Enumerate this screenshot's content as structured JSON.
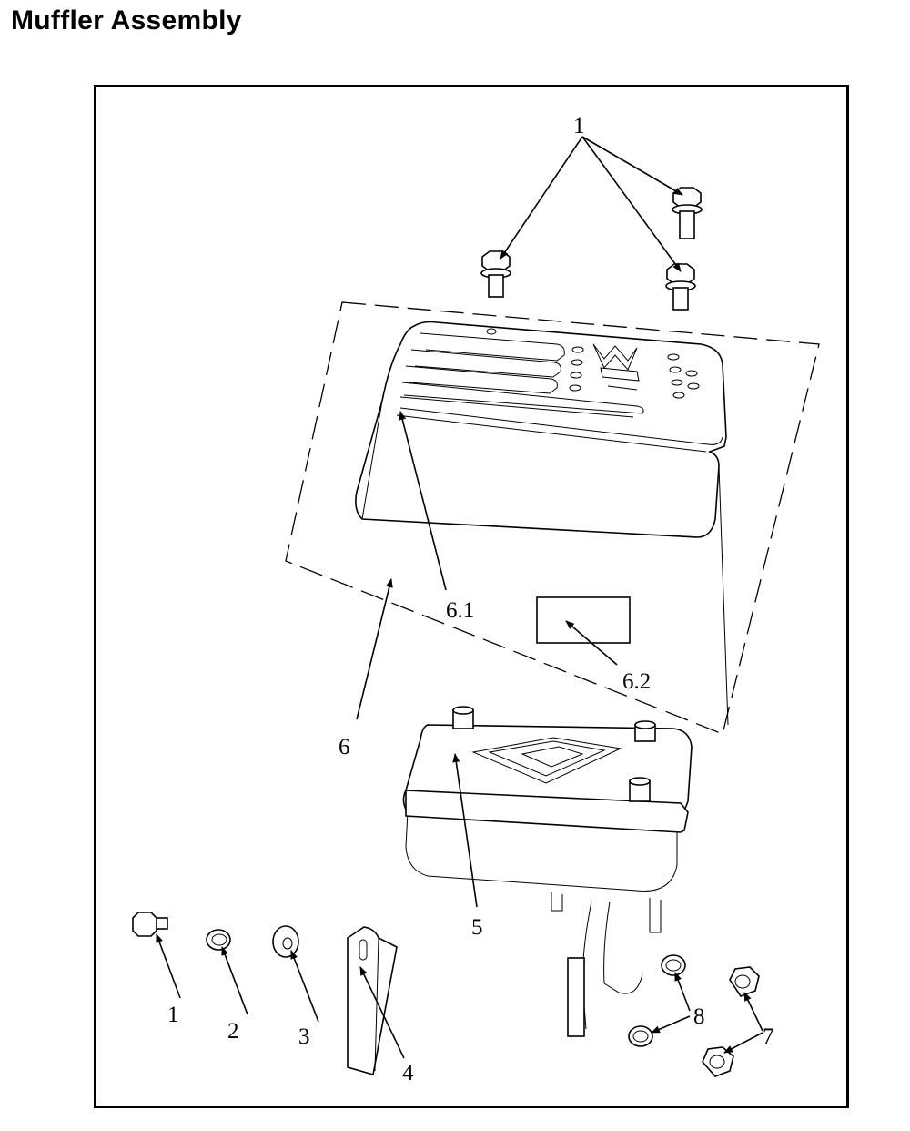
{
  "title": "Muffler Assembly",
  "callouts": {
    "bolt_top": "1",
    "heat_shield": "6",
    "shield_plate": "6.1",
    "label_plate": "6.2",
    "muffler": "5",
    "bolt": "1",
    "washer_small": "2",
    "washer_large": "3",
    "bracket": "4",
    "nut": "7",
    "washer_pair": "8"
  },
  "colors": {
    "line": "#000000",
    "background": "#ffffff"
  }
}
